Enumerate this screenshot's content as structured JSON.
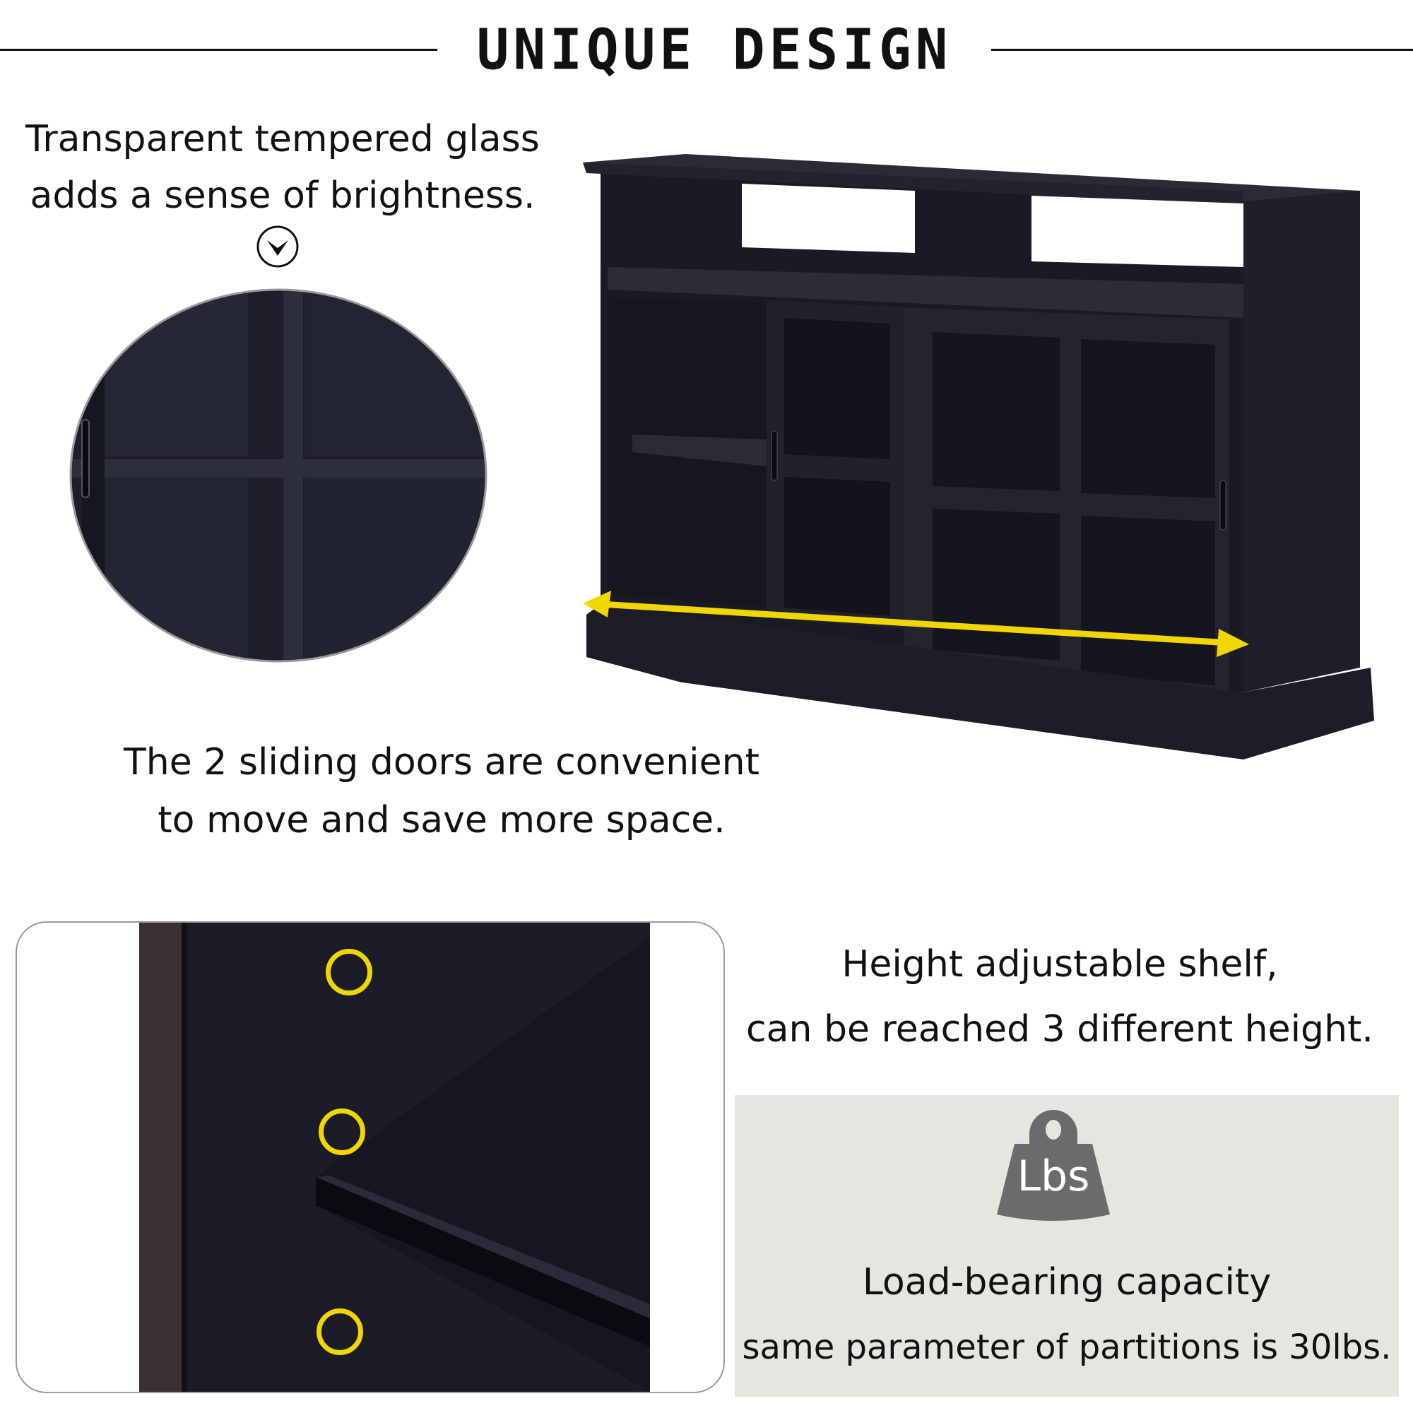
{
  "header": {
    "title": "UNIQUE DESIGN"
  },
  "glass": {
    "line1": "Transparent tempered glass",
    "line2": "adds a sense of brightness."
  },
  "doors": {
    "line1": "The 2 sliding doors are convenient",
    "line2": "to move and save more space."
  },
  "shelf": {
    "line1": "Height adjustable shelf,",
    "line2": "can be reached 3 different height."
  },
  "load": {
    "icon_label": "Lbs",
    "line1": "Load-bearing capacity",
    "line2": "same parameter of partitions is 30lbs."
  },
  "colors": {
    "accent": "#f2d600",
    "wood": "#1b1c26",
    "panel": "#e6e5df",
    "weight": "#6b6b6b"
  }
}
